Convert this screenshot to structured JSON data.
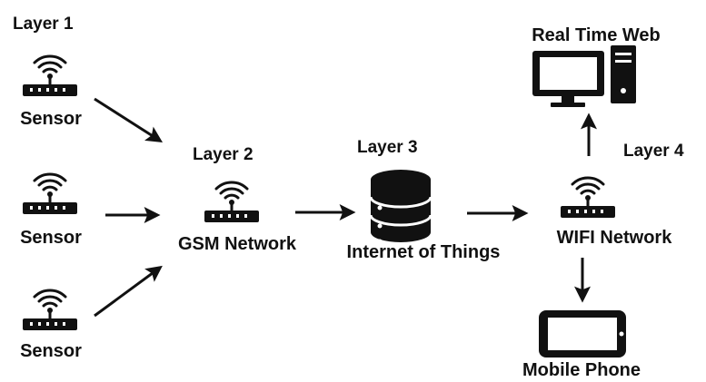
{
  "layers": {
    "layer1": "Layer 1",
    "layer2": "Layer 2",
    "layer3": "Layer 3",
    "layer4": "Layer 4"
  },
  "nodes": {
    "sensor_1": "Sensor",
    "sensor_2": "Sensor",
    "sensor_3": "Sensor",
    "gsm": "GSM Network",
    "iot": "Internet of Things",
    "wifi": "WIFI Network",
    "web": "Real Time Web",
    "phone": "Mobile Phone"
  },
  "icons": {
    "sensor": "wireless-router-icon",
    "gsm": "wireless-router-icon",
    "iot": "database-icon",
    "wifi": "wireless-router-icon",
    "web": "desktop-computer-icon",
    "phone": "tablet-phone-icon"
  },
  "colors": {
    "ink": "#111111",
    "background": "#ffffff"
  }
}
